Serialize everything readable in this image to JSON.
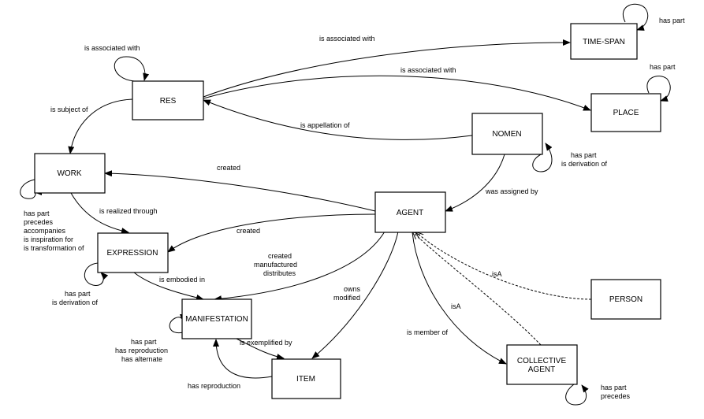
{
  "nodes": {
    "res": "RES",
    "work": "WORK",
    "expression": "EXPRESSION",
    "manifestation": "MANIFESTATION",
    "item": "ITEM",
    "agent": "AGENT",
    "nomen": "NOMEN",
    "time_span": "TIME-SPAN",
    "place": "PLACE",
    "person": "PERSON",
    "collective_agent": [
      "COLLECTIVE",
      "AGENT"
    ]
  },
  "edges": {
    "res_self": "is associated with",
    "res_timespan": "is associated with",
    "res_place": "is associated with",
    "res_work": "is subject of",
    "nomen_res": "is appellation of",
    "timespan_self": "has part",
    "place_self": "has part",
    "nomen_self": [
      "has part",
      "is derivation of"
    ],
    "nomen_agent": "was assigned by",
    "agent_work": "created",
    "agent_expression": "created",
    "agent_manifestation": [
      "created",
      "manufactured",
      "distributes"
    ],
    "agent_item": [
      "owns",
      "modified"
    ],
    "agent_collective": "is member of",
    "collective_isa": "isA",
    "person_isa": "isA",
    "work_self": [
      "has part",
      "precedes",
      "accompanies",
      "is inspiration for",
      "is transformation of"
    ],
    "work_expression": "is realized through",
    "expression_self": [
      "has part",
      "is derivation of"
    ],
    "expression_manifestation": "is embodied in",
    "manifestation_self": [
      "has part",
      "has reproduction",
      "has alternate"
    ],
    "manifestation_item": "is exemplified by",
    "item_manifestation": "has reproduction",
    "collective_self": [
      "has part",
      "precedes"
    ]
  }
}
